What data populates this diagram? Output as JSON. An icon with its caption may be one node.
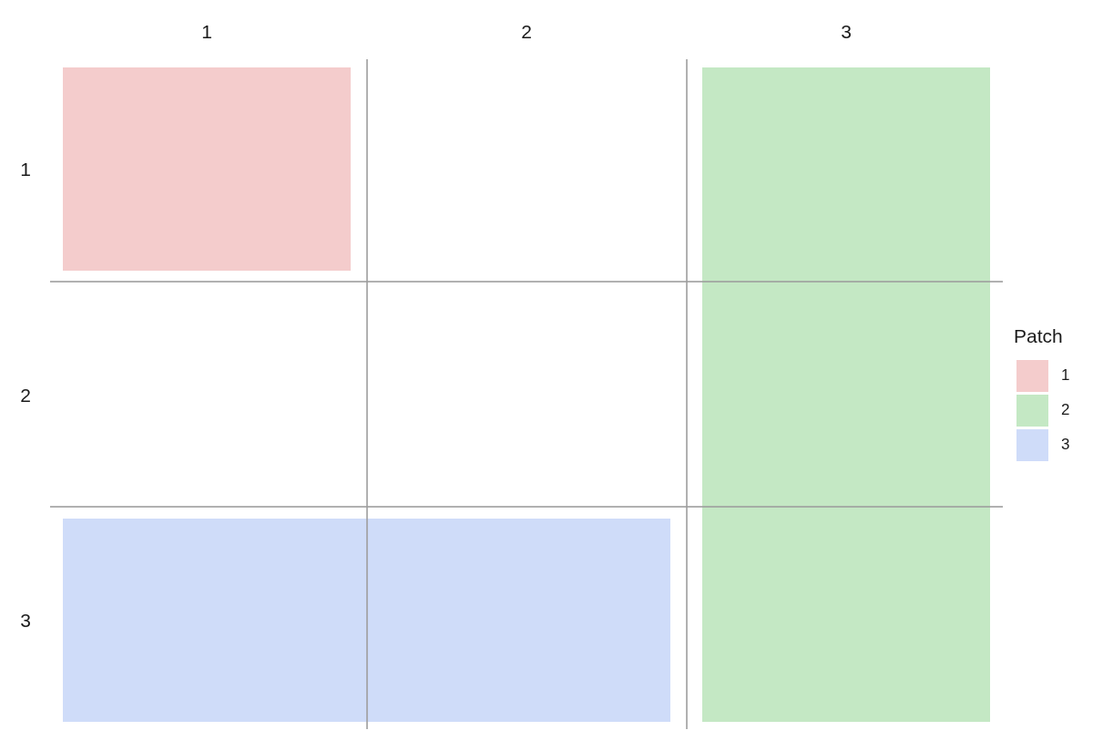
{
  "diagram": {
    "nodes": [
      {
        "text": [],
        "shape": "box"
      },
      {
        "text": [],
        "shape": "box"
      },
      {
        "text": [],
        "shape": "box"
      }
    ],
    "labels": [
      "1",
      "2",
      "3",
      "1",
      "2",
      "3",
      "Patch"
    ],
    "legend": [
      {
        "text": "1",
        "color": "#f4cccc"
      },
      {
        "text": "2",
        "color": "#c4e8c4"
      },
      {
        "text": "3",
        "color": "#cfdcf9"
      }
    ]
  }
}
